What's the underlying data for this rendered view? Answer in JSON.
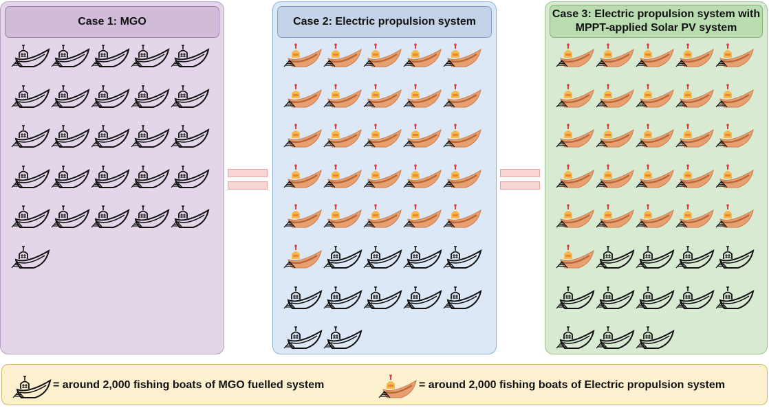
{
  "panels": [
    {
      "title": "Case 1: MGO",
      "mgo_boats": 26,
      "electric_boats": 0
    },
    {
      "title": "Case 2: Electric propulsion system",
      "mgo_boats": 11,
      "electric_boats": 26
    },
    {
      "title": "Case 3: Electric propulsion system with MPPT-applied Solar PV system",
      "mgo_boats": 12,
      "electric_boats": 26
    }
  ],
  "legend": {
    "mgo_text": "= around 2,000 fishing boats of MGO fuelled system",
    "electric_text": "= around 2,000 fishing boats of Electric propulsion system"
  },
  "icons": {
    "mgo": "fishing-boat-outline-icon",
    "electric": "fishing-boat-orange-icon"
  },
  "colors": {
    "panel1": "#e3d6e8",
    "panel2": "#dde8f7",
    "panel3": "#d9ead3",
    "legend": "#fdf0cf",
    "electric_hull": "#e8a070",
    "electric_cabin": "#f6b94a",
    "equals": "#f8d6d6"
  }
}
